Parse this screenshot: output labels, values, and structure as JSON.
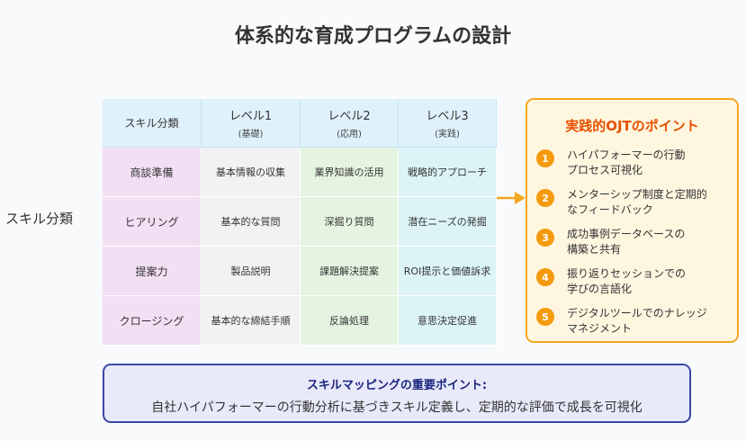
{
  "title": "体系的な育成プログラムの設計",
  "side_label": "スキル分類",
  "matrix": {
    "headers": [
      {
        "main": "スキル分類",
        "sub": ""
      },
      {
        "main": "レベル1",
        "sub": "(基礎)"
      },
      {
        "main": "レベル2",
        "sub": "(応用)"
      },
      {
        "main": "レベル3",
        "sub": "(実践)"
      }
    ],
    "rows": [
      {
        "skill": "商談準備",
        "l1": "基本情報の収集",
        "l2": "業界知識の活用",
        "l3": "戦略的アプローチ"
      },
      {
        "skill": "ヒアリング",
        "l1": "基本的な質問",
        "l2": "深掘り質問",
        "l3": "潜在ニーズの発掘"
      },
      {
        "skill": "提案力",
        "l1": "製品説明",
        "l2": "課題解決提案",
        "l3": "ROI提示と価値訴求"
      },
      {
        "skill": "クロージング",
        "l1": "基本的な締結手順",
        "l2": "反論処理",
        "l3": "意思決定促進"
      }
    ]
  },
  "ojt": {
    "title": "実践的OJTのポイント",
    "items": [
      {
        "num": "1",
        "line1": "ハイパフォーマーの行動",
        "line2": "プロセス可視化"
      },
      {
        "num": "2",
        "line1": "メンターシップ制度と定期的",
        "line2": "なフィードバック"
      },
      {
        "num": "3",
        "line1": "成功事例データベースの",
        "line2": "構築と共有"
      },
      {
        "num": "4",
        "line1": "振り返りセッションでの",
        "line2": "学びの言語化"
      },
      {
        "num": "5",
        "line1": "デジタルツールでのナレッジ",
        "line2": "マネジメント"
      }
    ]
  },
  "bottom": {
    "title": "スキルマッピングの重要ポイント:",
    "text": "自社ハイパフォーマーの行動分析に基づきスキル定義し、定期的な評価で成長を可視化"
  },
  "colors": {
    "header": "#dff1fb",
    "skill": "#f2dff3",
    "level1": "#f2f2f2",
    "level2": "#e5f4e1",
    "level3": "#dcf4f7",
    "ojt_border": "#f5a623",
    "ojt_title": "#e65100",
    "bottom_border": "#3a47a8"
  }
}
